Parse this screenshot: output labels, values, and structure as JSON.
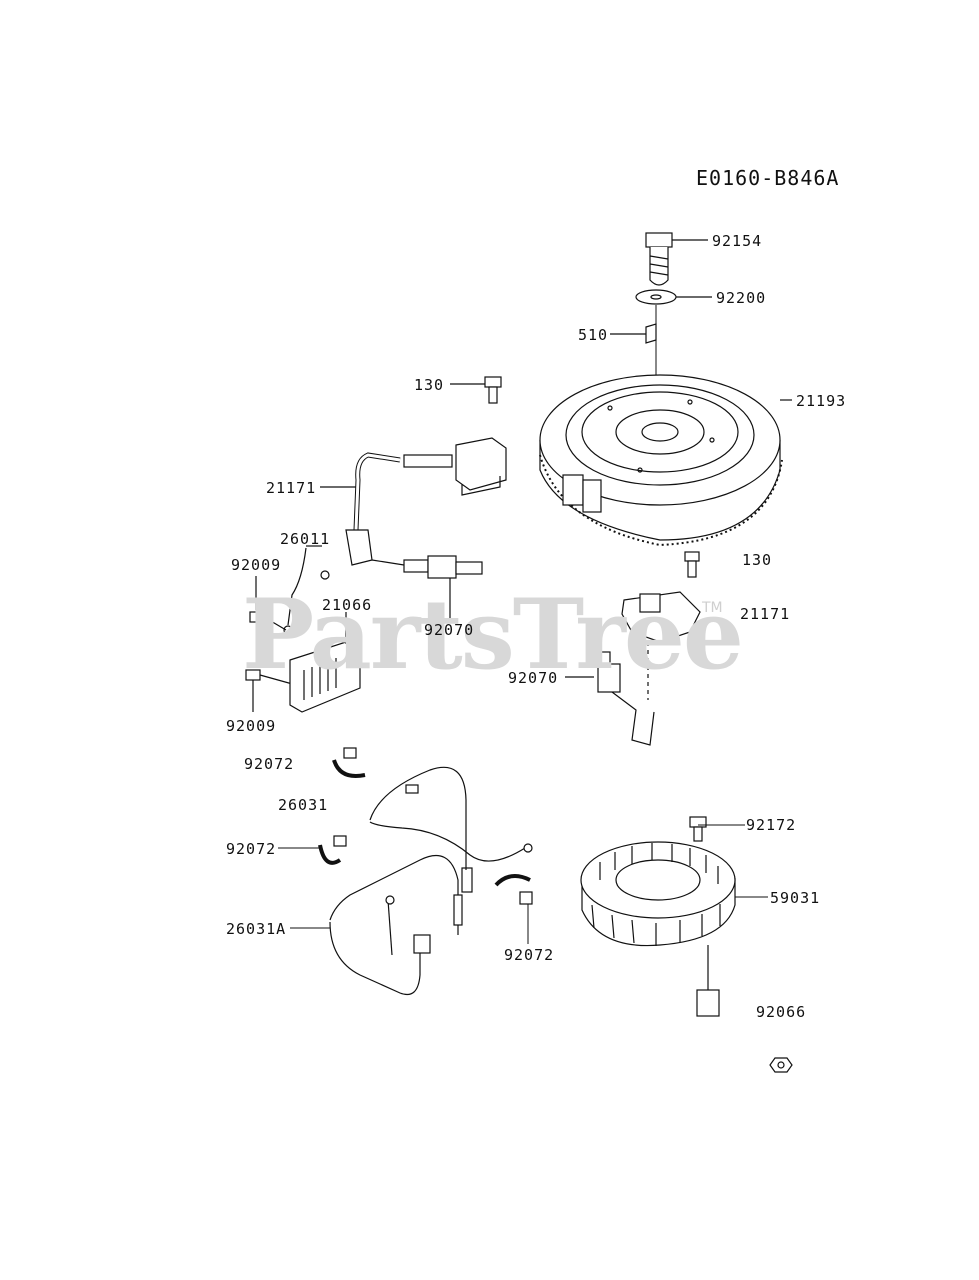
{
  "diagram_code": "E0160-B846A",
  "watermark": "PartsTree",
  "watermark_tm": "TM",
  "labels": {
    "p92154": "92154",
    "p92200": "92200",
    "p510": "510",
    "p21193": "21193",
    "p130_top": "130",
    "p21171_left": "21171",
    "p26011": "26011",
    "p92009_a": "92009",
    "p21066": "21066",
    "p92070_left": "92070",
    "p130_right": "130",
    "p21171_right": "21171",
    "p92070_right": "92070",
    "p92009_b": "92009",
    "p92072_a": "92072",
    "p26031": "26031",
    "p92072_b": "92072",
    "p26031A": "26031A",
    "p92072_c": "92072",
    "p92172": "92172",
    "p59031": "59031",
    "p92066": "92066"
  }
}
